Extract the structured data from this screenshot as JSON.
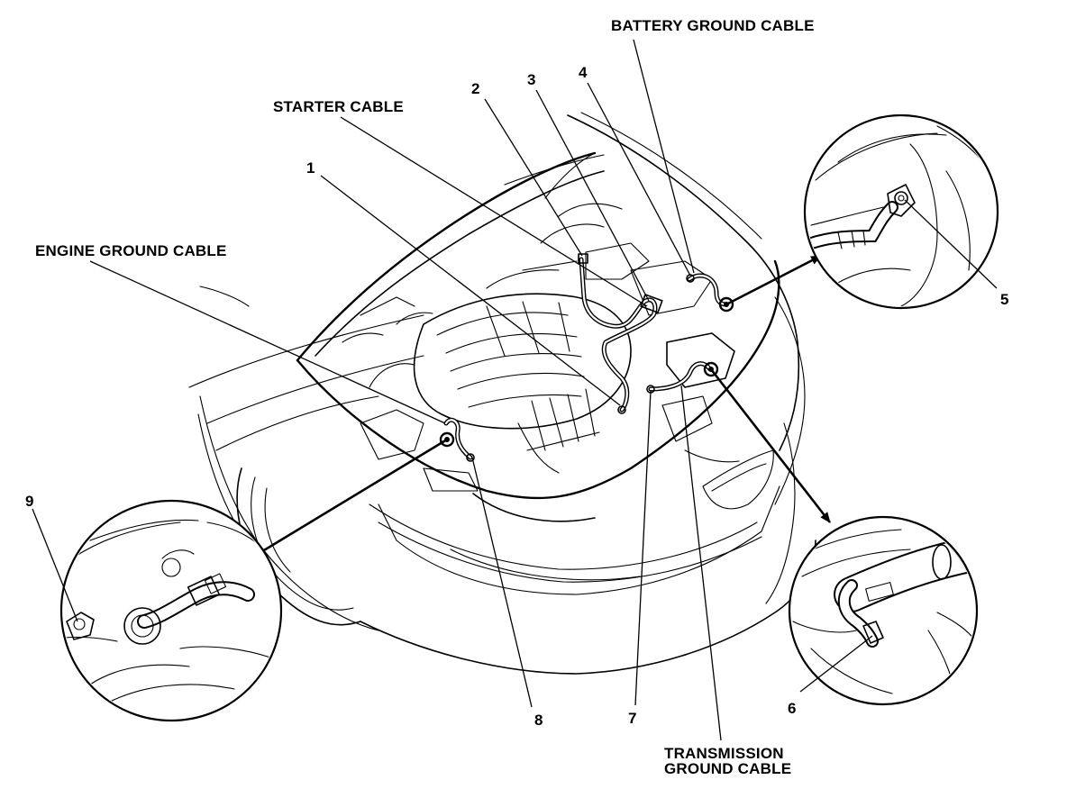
{
  "labels": {
    "battery_ground_cable": "BATTERY GROUND CABLE",
    "starter_cable": "STARTER CABLE",
    "engine_ground_cable": "ENGINE GROUND CABLE",
    "transmission_ground_cable_line1": "TRANSMISSION",
    "transmission_ground_cable_line2": "GROUND CABLE"
  },
  "callouts": {
    "c1": "1",
    "c2": "2",
    "c3": "3",
    "c4": "4",
    "c5": "5",
    "c6": "6",
    "c7": "7",
    "c8": "8",
    "c9": "9"
  }
}
